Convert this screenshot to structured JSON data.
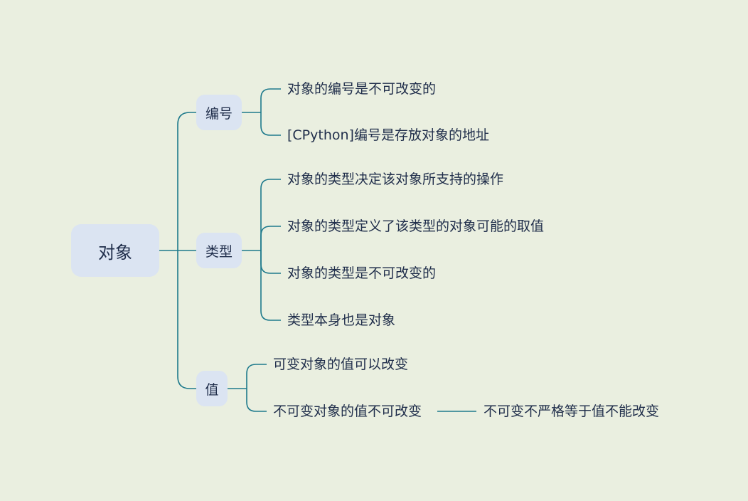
{
  "root": {
    "label": "对象"
  },
  "branches": [
    {
      "label": "编号",
      "children": [
        {
          "label": "对象的编号是不可改变的"
        },
        {
          "label": "[CPython]编号是存放对象的地址"
        }
      ]
    },
    {
      "label": "类型",
      "children": [
        {
          "label": "对象的类型决定该对象所支持的操作"
        },
        {
          "label": "对象的类型定义了该类型的对象可能的取值"
        },
        {
          "label": "对象的类型是不可改变的"
        },
        {
          "label": "类型本身也是对象"
        }
      ]
    },
    {
      "label": "值",
      "children": [
        {
          "label": "可变对象的值可以改变"
        },
        {
          "label": "不可变对象的值不可改变",
          "children": [
            {
              "label": "不可变不严格等于值不能改变"
            }
          ]
        }
      ]
    }
  ],
  "colors": {
    "background": "#eaefe0",
    "node_fill": "#dbe4f2",
    "connector": "#1e7a8c",
    "text": "#1f2d4a"
  }
}
